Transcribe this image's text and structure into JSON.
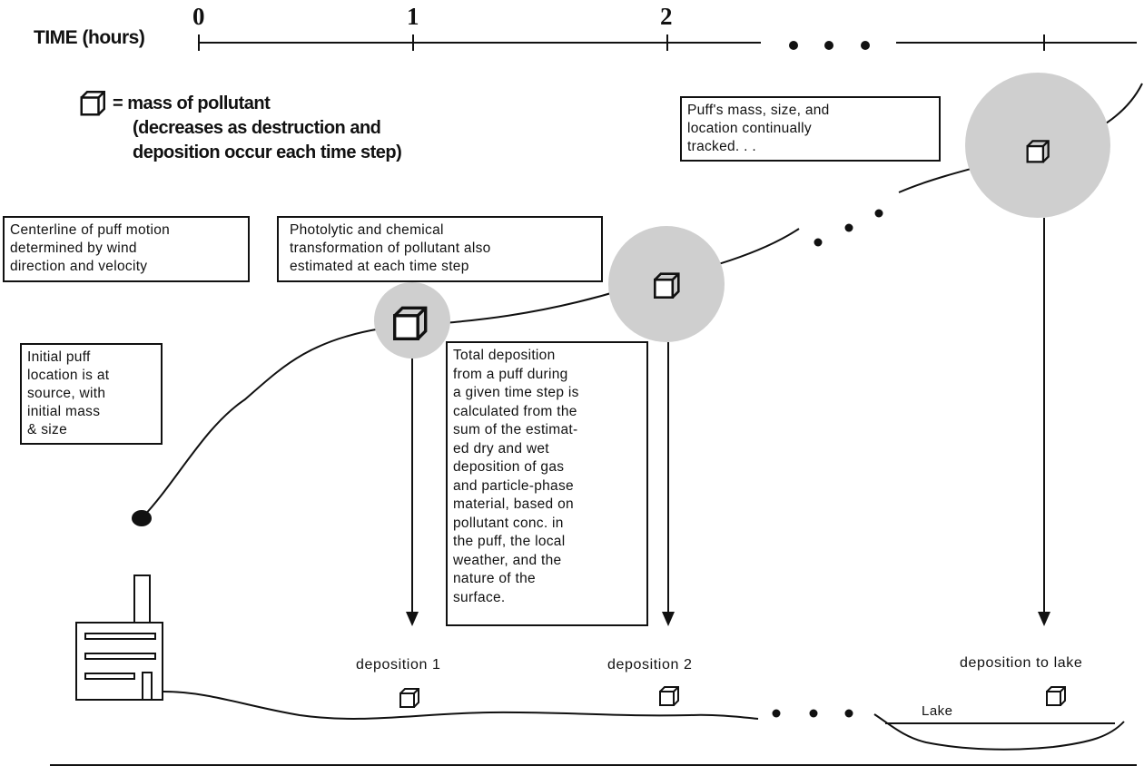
{
  "timeline": {
    "label": "TIME (hours)",
    "ticks": [
      "0",
      "1",
      "2"
    ],
    "ellipsis": "• • •"
  },
  "legend": {
    "line1": "= mass of pollutant",
    "line2": "(decreases as destruction and",
    "line3": "deposition occur each time step)"
  },
  "boxes": {
    "centerline": [
      "Centerline of puff motion",
      "determined by wind",
      "direction and velocity"
    ],
    "photolytic": [
      "Photolytic and chemical",
      "transformation of pollutant also",
      "estimated at each time step"
    ],
    "initial": [
      "Initial puff",
      "location is at",
      "source, with",
      "initial mass",
      "& size"
    ],
    "tracked": [
      "Puff's mass, size, and",
      "location continually",
      "tracked. . ."
    ],
    "total": [
      "Total deposition",
      "from a puff during",
      "a given time step is",
      "calculated from the",
      "sum of the estimat-",
      "ed dry and wet",
      "deposition of gas",
      "and particle-phase",
      "material, based on",
      "pollutant conc. in",
      "the puff, the local",
      "weather, and the",
      "nature of the",
      "surface."
    ]
  },
  "deposition": {
    "d1": "deposition 1",
    "d2": "deposition 2",
    "lake_dep": "deposition to lake",
    "lake": "Lake"
  },
  "colors": {
    "puff_fill": "#cfcfcf",
    "line": "#111111"
  }
}
